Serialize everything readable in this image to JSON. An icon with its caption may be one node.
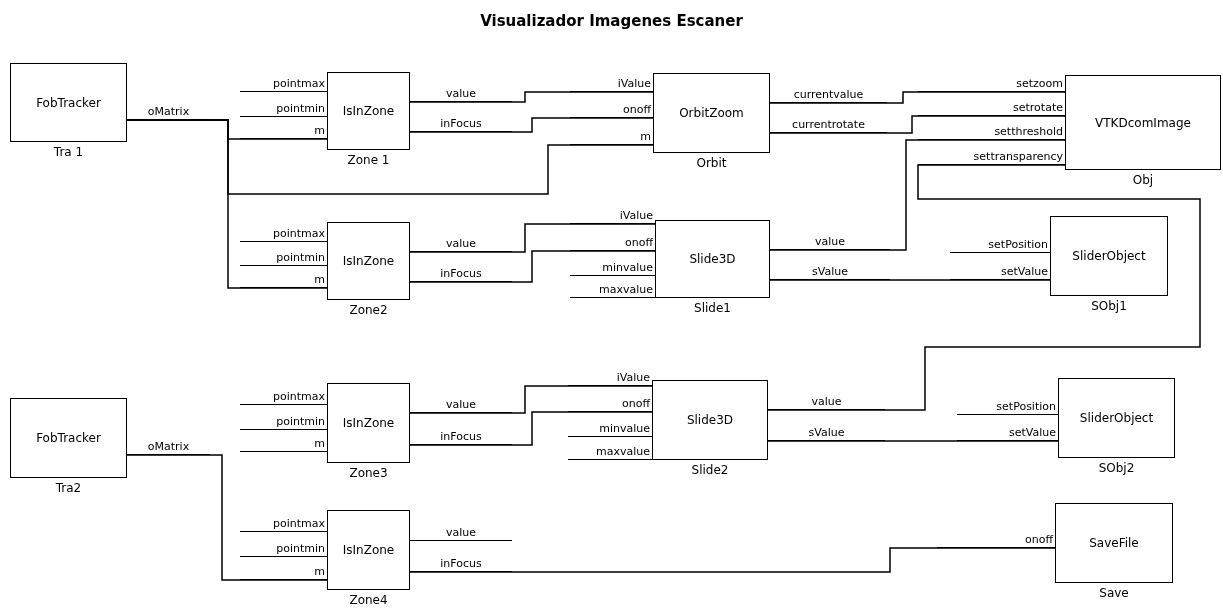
{
  "diagram": {
    "title": "Visualizador Imagenes Escaner",
    "nodes": [
      {
        "text": [
          "FobTracker"
        ],
        "beside": [
          "oMatrix",
          "Tra 1"
        ]
      },
      {
        "text": [
          "IsInZone"
        ],
        "beside": [
          "pointmax",
          "pointmin",
          "m",
          "value",
          "inFocus",
          "Zone 1"
        ]
      },
      {
        "text": [
          "OrbitZoom"
        ],
        "beside": [
          "iValue",
          "onoff",
          "m",
          "currentvalue",
          "currentrotate",
          "Orbit"
        ]
      },
      {
        "text": [
          "VTKDcomImage"
        ],
        "beside": [
          "setzoom",
          "setrotate",
          "setthreshold",
          "settransparency",
          "Obj"
        ]
      },
      {
        "text": [
          "IsInZone"
        ],
        "beside": [
          "pointmax",
          "pointmin",
          "m",
          "value",
          "inFocus",
          "Zone2"
        ]
      },
      {
        "text": [
          "Slide3D"
        ],
        "beside": [
          "iValue",
          "onoff",
          "minvalue",
          "maxvalue",
          "value",
          "sValue",
          "Slide1"
        ]
      },
      {
        "text": [
          "SliderObject"
        ],
        "beside": [
          "setPosition",
          "setValue",
          "SObj1"
        ]
      },
      {
        "text": [
          "FobTracker"
        ],
        "beside": [
          "oMatrix",
          "Tra2"
        ]
      },
      {
        "text": [
          "IsInZone"
        ],
        "beside": [
          "pointmax",
          "pointmin",
          "m",
          "value",
          "inFocus",
          "Zone3"
        ]
      },
      {
        "text": [
          "Slide3D"
        ],
        "beside": [
          "iValue",
          "onoff",
          "minvalue",
          "maxvalue",
          "value",
          "sValue",
          "Slide2"
        ]
      },
      {
        "text": [
          "SliderObject"
        ],
        "beside": [
          "setPosition",
          "setValue",
          "SObj2"
        ]
      },
      {
        "text": [
          "IsInZone"
        ],
        "beside": [
          "pointmax",
          "pointmin",
          "m",
          "value",
          "inFocus",
          "Zone4"
        ]
      },
      {
        "text": [
          "SaveFile"
        ],
        "beside": [
          "onoff",
          "Save"
        ]
      }
    ],
    "edges": [
      {
        "from": 0,
        "to": 1,
        "arrow": "none"
      },
      {
        "from": 0,
        "to": 2,
        "arrow": "none"
      },
      {
        "from": 0,
        "to": 4,
        "arrow": "none"
      },
      {
        "from": 1,
        "to": 2,
        "arrow": "none"
      },
      {
        "from": 1,
        "to": 2,
        "arrow": "none"
      },
      {
        "from": 2,
        "to": 3,
        "arrow": "none"
      },
      {
        "from": 2,
        "to": 3,
        "arrow": "none"
      },
      {
        "from": 5,
        "to": 3,
        "arrow": "none"
      },
      {
        "from": 9,
        "to": 3,
        "arrow": "none"
      },
      {
        "from": 4,
        "to": 5,
        "arrow": "none"
      },
      {
        "from": 4,
        "to": 5,
        "arrow": "none"
      },
      {
        "from": 5,
        "to": 6,
        "arrow": "none"
      },
      {
        "from": 7,
        "to": 11,
        "arrow": "none"
      },
      {
        "from": 8,
        "to": 9,
        "arrow": "none"
      },
      {
        "from": 8,
        "to": 9,
        "arrow": "none"
      },
      {
        "from": 9,
        "to": 10,
        "arrow": "none"
      },
      {
        "from": 11,
        "to": 12,
        "arrow": "none"
      }
    ]
  }
}
